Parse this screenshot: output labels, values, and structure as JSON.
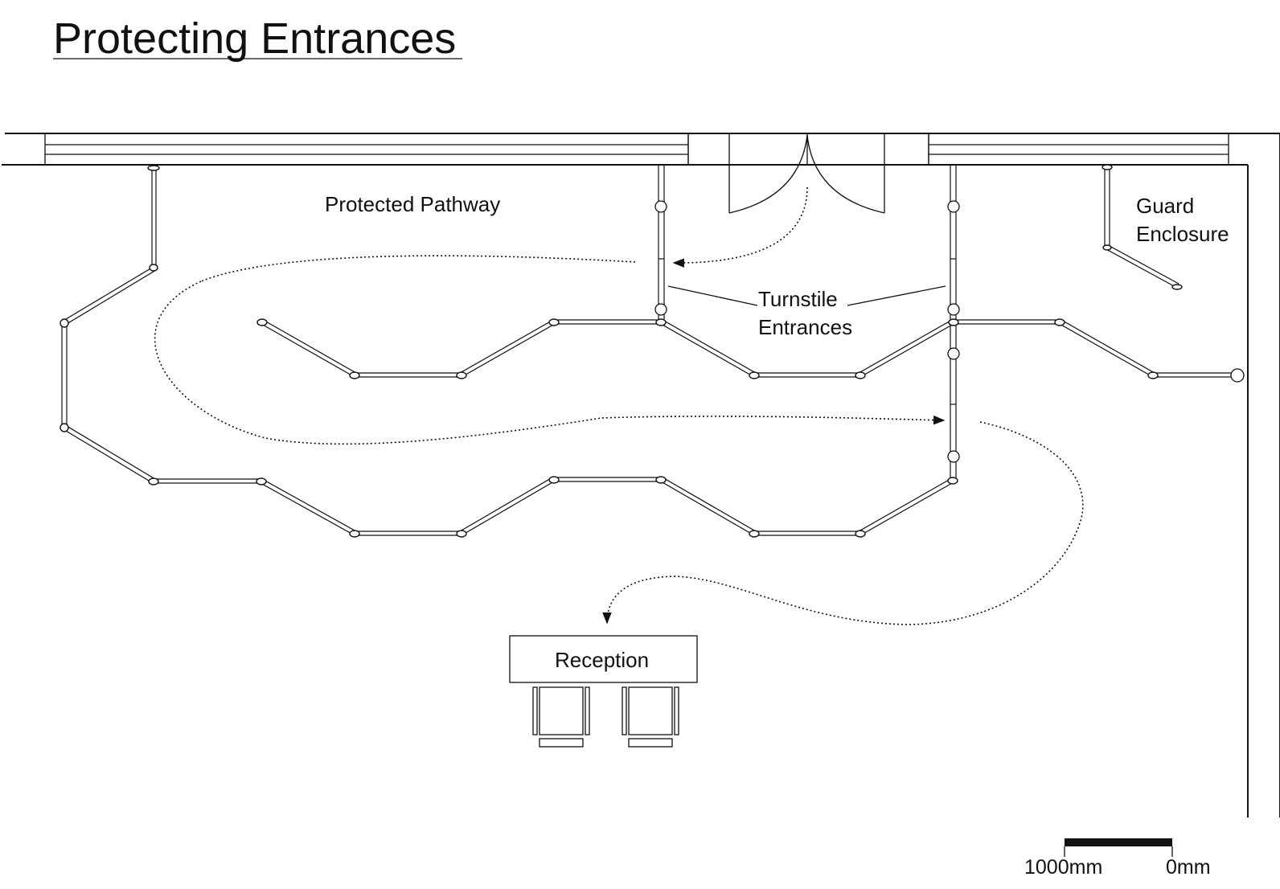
{
  "title": "Protecting Entrances",
  "labels": {
    "protected_pathway": "Protected Pathway",
    "turnstile_line1": "Turnstile",
    "turnstile_line2": "Entrances",
    "guard_line1": "Guard",
    "guard_line2": "Enclosure",
    "reception": "Reception"
  },
  "scale_bar": {
    "left_label": "1000mm",
    "right_label": "0mm"
  },
  "colors": {
    "line": "#111111",
    "background": "#ffffff"
  }
}
